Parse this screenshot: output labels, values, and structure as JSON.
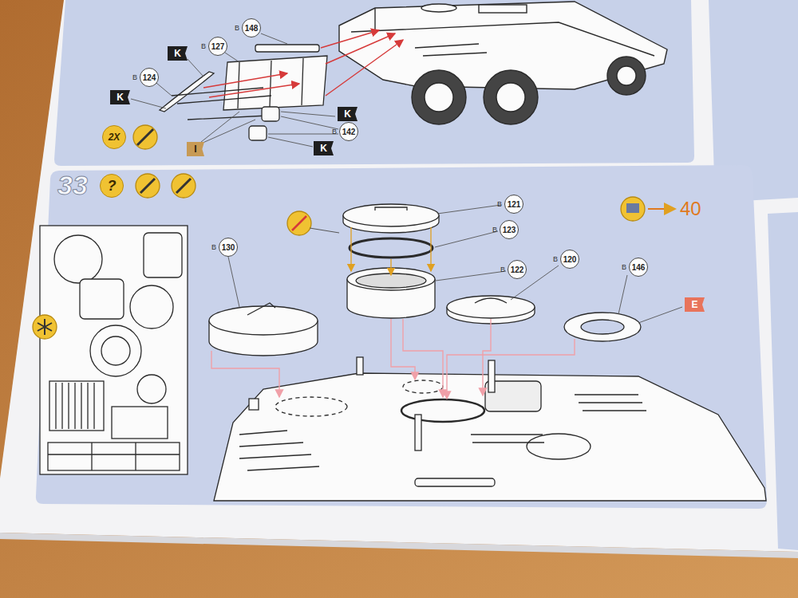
{
  "diagram": {
    "nodes": [
      {
        "text": [
          "B",
          "148"
        ]
      },
      {
        "text": [
          "B",
          "127"
        ]
      },
      {
        "text": [
          "K"
        ]
      },
      {
        "text": [
          "B",
          "124"
        ]
      },
      {
        "text": [
          "K"
        ]
      },
      {
        "text": [
          "K"
        ]
      },
      {
        "text": [
          "B",
          "142"
        ]
      },
      {
        "text": [
          "2X"
        ]
      },
      {
        "text": [
          "K"
        ]
      },
      {
        "text": [
          "I"
        ]
      },
      {
        "text": [
          "?"
        ]
      },
      {
        "text": [
          "B",
          "121"
        ]
      },
      {
        "text": [
          "B",
          "123"
        ]
      },
      {
        "text": [
          "B",
          "122"
        ]
      },
      {
        "text": [
          "B",
          "120"
        ]
      },
      {
        "text": [
          "B",
          "130"
        ]
      },
      {
        "text": [
          "B",
          "146"
        ]
      },
      {
        "text": [
          "E"
        ]
      }
    ],
    "labels": [
      "33",
      "40"
    ]
  }
}
